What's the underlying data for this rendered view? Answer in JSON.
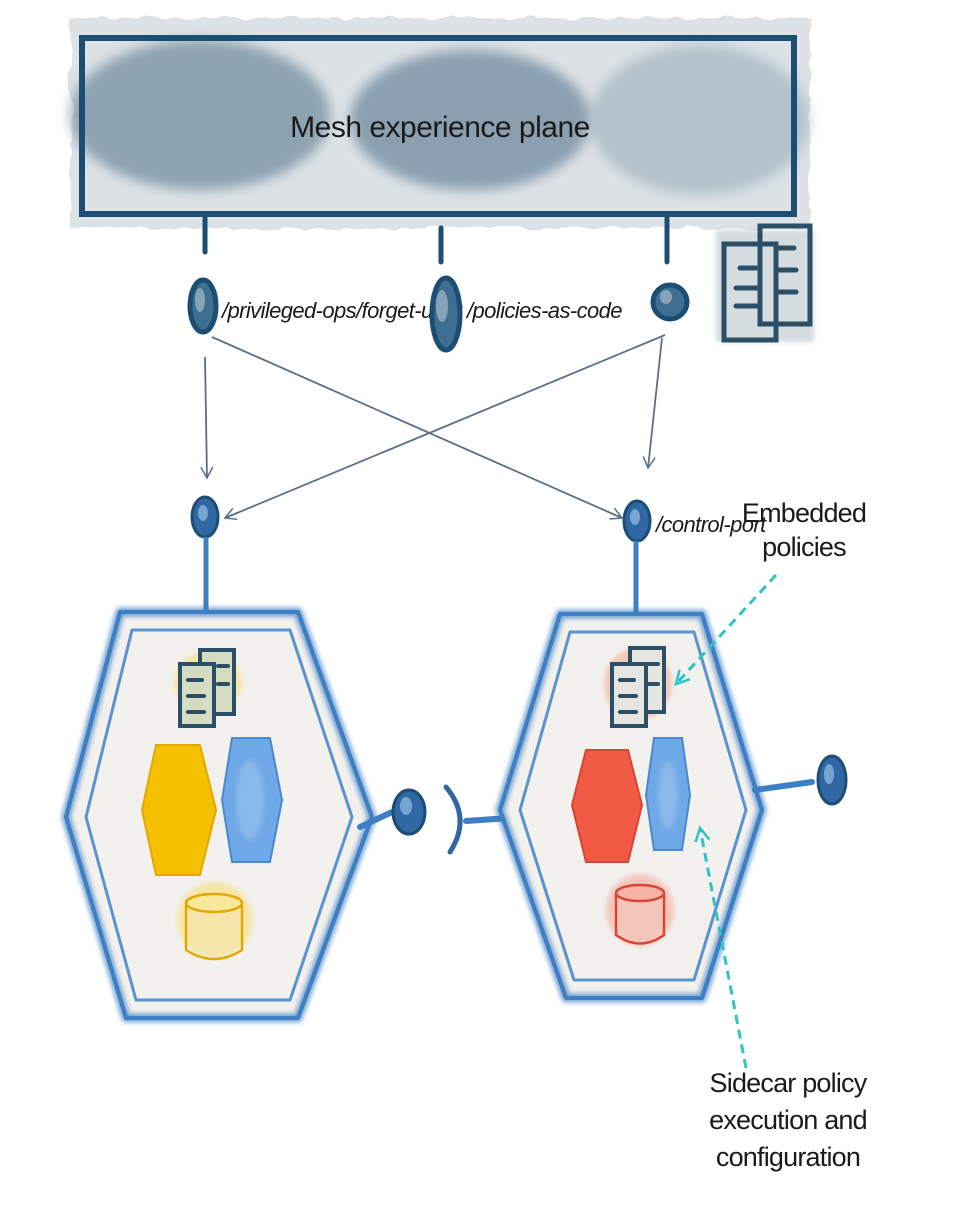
{
  "plane": {
    "title": "Mesh experience plane"
  },
  "ports": {
    "forget_user": "/privileged-ops/forget-user",
    "policies_as_code": "/policies-as-code",
    "control_port": "/control-port"
  },
  "annotations": {
    "embedded_policies": [
      "Embedded",
      "policies"
    ],
    "sidecar": [
      "Sidecar policy",
      "execution and",
      "configuration"
    ]
  },
  "colors": {
    "frame": "#1c4d73",
    "hex_border": "#3d7fc4",
    "hex_fill": "#f2f1ee",
    "port": "#2f68a3",
    "data_product_a": "#f5c000",
    "data_product_b": "#f05a45",
    "sidecar": "#6fa8e6",
    "callout": "#2ec4c4",
    "policy_doc": "#2a4f67"
  }
}
